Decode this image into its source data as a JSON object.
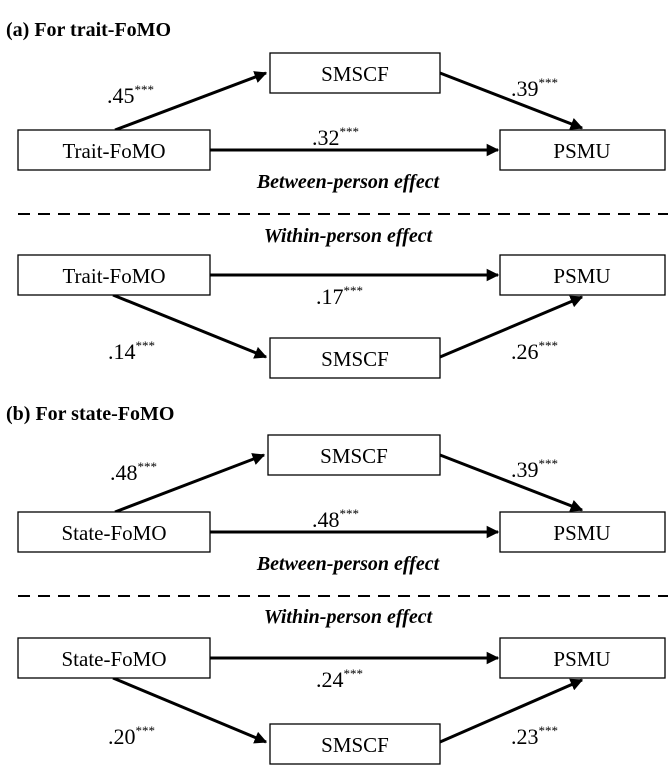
{
  "panels": [
    {
      "heading": "(a) For trait-FoMO",
      "between": {
        "label": "Between-person effect",
        "predictor": "Trait-FoMO",
        "mediator": "SMSCF",
        "outcome": "PSMU",
        "a_path": {
          "value": ".45",
          "sig": "***"
        },
        "b_path": {
          "value": ".39",
          "sig": "***"
        },
        "c_path": {
          "value": ".32",
          "sig": "***"
        }
      },
      "within": {
        "label": "Within-person effect",
        "predictor": "Trait-FoMO",
        "mediator": "SMSCF",
        "outcome": "PSMU",
        "a_path": {
          "value": ".14",
          "sig": "***"
        },
        "b_path": {
          "value": ".26",
          "sig": "***"
        },
        "c_path": {
          "value": ".17",
          "sig": "***"
        }
      }
    },
    {
      "heading": "(b) For state-FoMO",
      "between": {
        "label": "Between-person effect",
        "predictor": "State-FoMO",
        "mediator": "SMSCF",
        "outcome": "PSMU",
        "a_path": {
          "value": ".48",
          "sig": "***"
        },
        "b_path": {
          "value": ".39",
          "sig": "***"
        },
        "c_path": {
          "value": ".48",
          "sig": "***"
        }
      },
      "within": {
        "label": "Within-person effect",
        "predictor": "State-FoMO",
        "mediator": "SMSCF",
        "outcome": "PSMU",
        "a_path": {
          "value": ".20",
          "sig": "***"
        },
        "b_path": {
          "value": ".23",
          "sig": "***"
        },
        "c_path": {
          "value": ".24",
          "sig": "***"
        }
      }
    }
  ]
}
